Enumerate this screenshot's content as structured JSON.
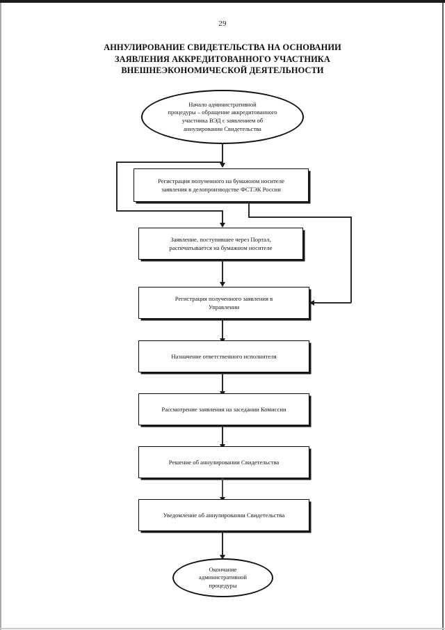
{
  "document": {
    "page_number": "29",
    "title_lines": [
      "АННУЛИРОВАНИЕ СВИДЕТЕЛЬСТВА НА ОСНОВАНИИ",
      "ЗАЯВЛЕНИЯ АККРЕДИТОВАННОГО УЧАСТНИКА",
      "ВНЕШНЕЭКОНОМИЧЕСКОЙ ДЕЯТЕЛЬНОСТИ"
    ]
  },
  "flowchart": {
    "start": {
      "shape": "oval",
      "lines": [
        "Начало административной",
        "процедуры – обращение аккредитованного",
        "участника ВЭД с заявлением об",
        "аннулировании Свидетельства"
      ]
    },
    "steps": [
      {
        "id": "step-1",
        "shape": "rectangle",
        "lines": [
          "Регистрация полученного на бумажном носителе",
          "заявления в делопроизводстве ФСТЭК России"
        ]
      },
      {
        "id": "step-2",
        "shape": "rectangle",
        "lines": [
          "Заявление, поступившее через Портал,",
          "распечатывается на бумажном носителе"
        ]
      },
      {
        "id": "step-3",
        "shape": "rectangle",
        "lines": [
          "Регистрация полученного заявления в",
          "Управлении"
        ]
      },
      {
        "id": "step-4",
        "shape": "rectangle",
        "lines": [
          "Назначение ответственного  исполнителя"
        ]
      },
      {
        "id": "step-5",
        "shape": "rectangle",
        "lines": [
          "Рассмотрение заявления на заседании Комиссии"
        ]
      },
      {
        "id": "step-6",
        "shape": "rectangle",
        "lines": [
          "Решение об аннулировании Свидетельства"
        ]
      },
      {
        "id": "step-7",
        "shape": "rectangle",
        "lines": [
          "Уведомление об аннулировании Свидетельства"
        ]
      }
    ],
    "end": {
      "shape": "oval",
      "lines": [
        "Окончание",
        "административной",
        "процедуры"
      ]
    },
    "colors": {
      "ink": "#121212",
      "paper": "#ffffff",
      "connector": "#2a2a2a"
    }
  }
}
